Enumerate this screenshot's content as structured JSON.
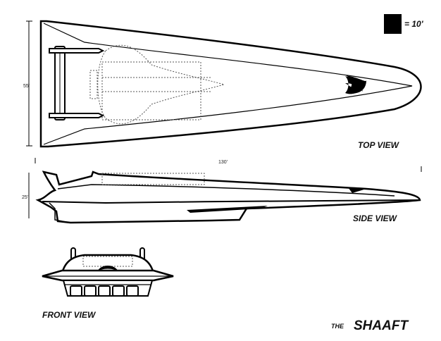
{
  "scale": {
    "label": "= 10'",
    "swatch_color": "#000000"
  },
  "views": {
    "top": {
      "label": "TOP VIEW"
    },
    "side": {
      "label": "SIDE VIEW"
    },
    "front": {
      "label": "FRONT VIEW"
    }
  },
  "dimensions": {
    "width": "55'",
    "length": "130'",
    "height": "25'"
  },
  "title": {
    "prefix": "THE",
    "name": "SHAAFT"
  },
  "colors": {
    "ink": "#000000",
    "dotted": "#555555"
  }
}
